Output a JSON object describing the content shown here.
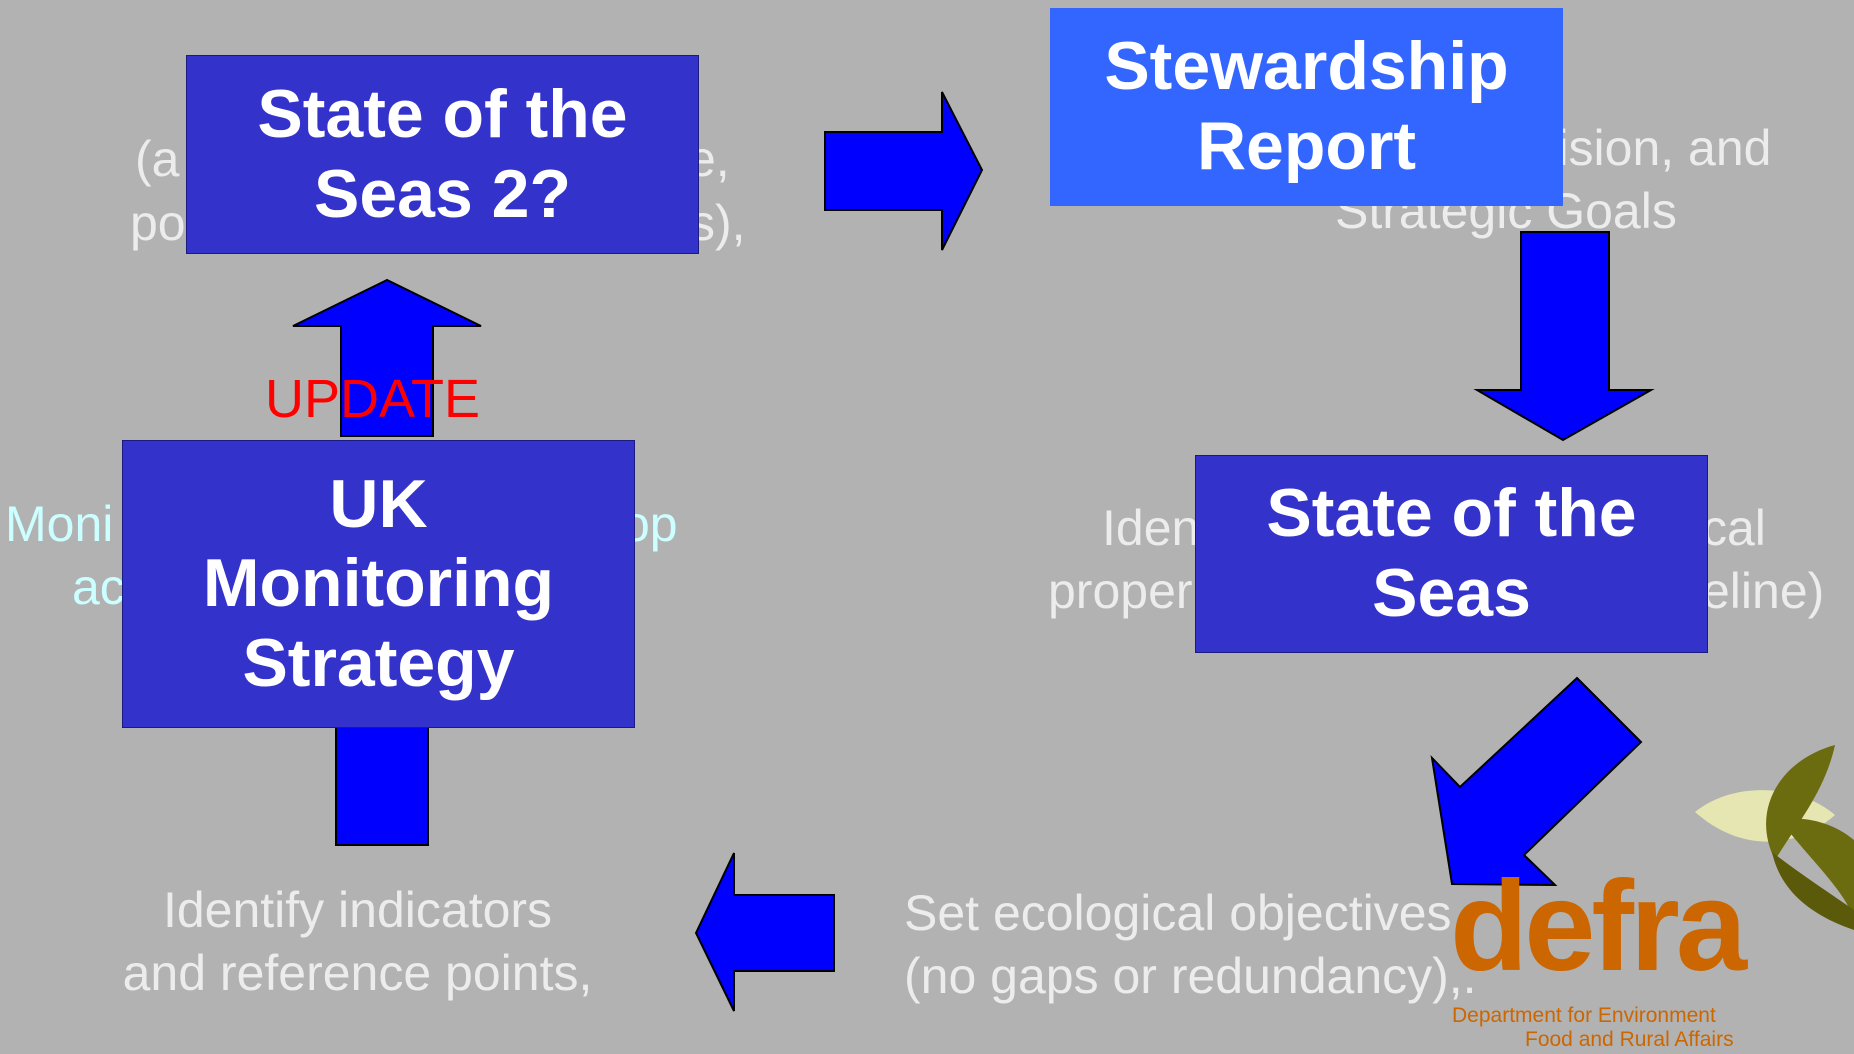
{
  "colors": {
    "background": "#b2b2b2",
    "box_dark": "#3333cc",
    "box_light": "#3366ff",
    "arrow": "#0000ff",
    "update_label": "#ff0000",
    "monitor_text": "#ccffff",
    "defra_orange": "#cc6600",
    "leaf_olive": "#6b6b10",
    "leaf_light": "#e6e6b3"
  },
  "boxes": {
    "state_of_seas_2": "State of the\nSeas 2?",
    "stewardship": "Stewardship\nReport",
    "state_of_seas": "State of the\nSeas",
    "uk_monitoring": "UK\nMonitoring\nStrategy"
  },
  "background_text": {
    "state2_left_1": "(a",
    "state2_left_2": "po",
    "state2_right_1": "e,",
    "state2_right_2": "s),",
    "stewardship_1": "Vision, and",
    "stewardship_2": "Strategic Goals",
    "seas_left_1": "Iden",
    "seas_left_2": "proper",
    "seas_right_1": "cal",
    "seas_right_2": "eline)",
    "monitor_left_1": "Moni",
    "monitor_left_2": "ac",
    "monitor_right": "op",
    "indicators": "Identify indicators\nand reference points,",
    "objectives": "Set ecological objectives\n(no gaps or redundancy),."
  },
  "update_label": "UPDATE",
  "logo": {
    "name": "defra",
    "line1": "Department for Environment",
    "line2": "Food and Rural Affairs"
  }
}
